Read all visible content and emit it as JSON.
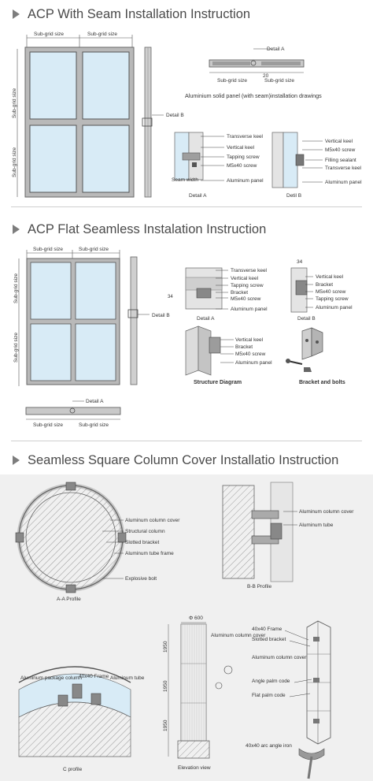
{
  "sections": [
    {
      "title": "ACP With Seam Installation Instruction"
    },
    {
      "title": "ACP Flat Seamless Instalation Instruction"
    },
    {
      "title": "Seamless Square Column Cover Installatio Instruction"
    }
  ],
  "s1": {
    "sub_grid_size": "Sub-grid size",
    "detail_a": "Detail A",
    "detail_b": "Detail B",
    "dim_20": "20",
    "caption": "Aluminium solid panel (with seam)installation drawings",
    "transverse_keel": "Transverse keel",
    "vertical_keel": "Vertical keel",
    "tapping_screw": "Tapping screw",
    "m5x40": "M5x40 screw",
    "seam_width": "Seam width",
    "aluminum_panel": "Aluminum panel",
    "filling_sealant": "Filling sealant",
    "detil_b": "Detil B"
  },
  "s2": {
    "sub_grid_size": "Sub-grid size",
    "detail_a": "Detail A",
    "detail_b_side": "Detail B",
    "transverse_keel": "Transverse keel",
    "vertical_keel": "Vertical keel",
    "tapping_screw": "Tapping screw",
    "bracket": "Bracket",
    "m5x40": "M5x40 screw",
    "aluminum_panel": "Aluminum panel",
    "dim_34": "34",
    "detail_b": "Detail B",
    "structure_diagram": "Structure Diagram",
    "bracket_bolts": "Bracket and bolts"
  },
  "s3": {
    "aluminum_column_cover": "Aluminum column cover",
    "structural_column": "Structural column",
    "slotted_bracket": "Slotted bracket",
    "aluminum_tube_frame": "Aluminum tube frame",
    "explosive_bolt": "Explosive bolt",
    "aa_profile": "A-A Profile",
    "bb_aluminum_column_cover": "Aluminum column cover",
    "bb_aluminum_tube": "Aluminum tube",
    "bb_profile": "B-B Profile",
    "aluminum_package_column": "Aluminum package column",
    "frame_40x40": "40x40 Frame",
    "aluminum_tube": "Aluminum tube",
    "c_profile": "C profile",
    "phi600": "Φ 600",
    "dim_1950a": "1950",
    "dim_1950b": "1950",
    "dim_1950c": "1950",
    "elev_aluminum_column_cover": "Aluminum column cover",
    "elevation_view": "Elevation view",
    "iso_frame": "40x40 Frame",
    "iso_slotted_bracket": "Slotted bracket",
    "iso_aluminum_column_cover": "Aluminum column cover",
    "angle_palm_code": "Angle palm code",
    "flat_palm_code": "Flat palm code",
    "angle_iron": "40x40 arc angle iron"
  },
  "colors": {
    "frame": "#7a7a7a",
    "glass": "#d8ebf6",
    "title": "#4a4a4a",
    "hatch": "#9a9a9a"
  }
}
